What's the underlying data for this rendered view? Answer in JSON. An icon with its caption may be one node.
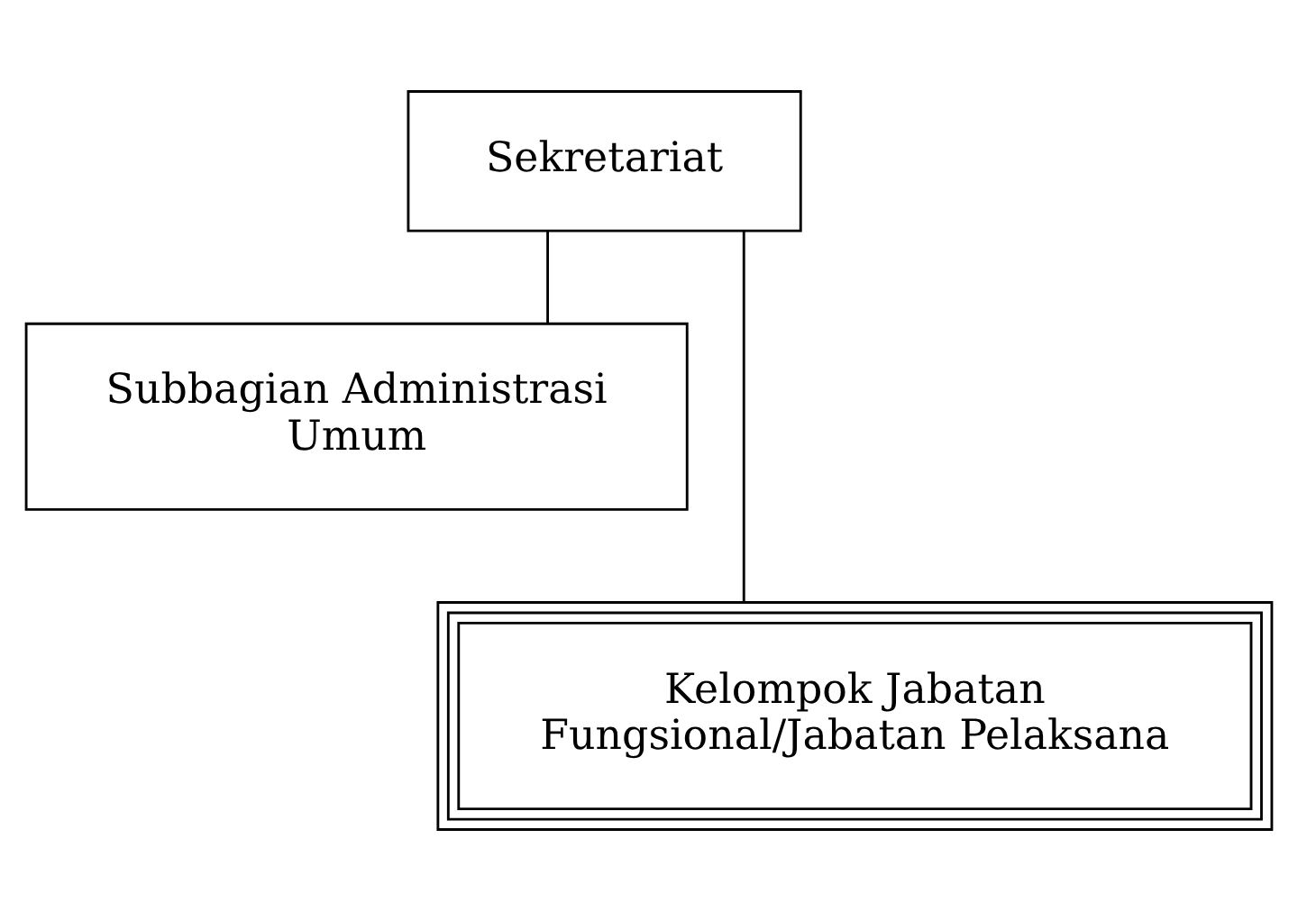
{
  "diagram": {
    "nodes": [
      {
        "text": [
          "Sekretariat"
        ]
      },
      {
        "text": [
          "Subbagian Administrasi Umum"
        ]
      },
      {
        "text": [
          "Kelompok Jabatan Fungsional/Jabatan Pelaksana"
        ]
      }
    ],
    "edges": [
      {
        "from": 0,
        "to": 1,
        "arrow": "none"
      },
      {
        "from": 0,
        "to": 2,
        "arrow": "none"
      }
    ]
  }
}
